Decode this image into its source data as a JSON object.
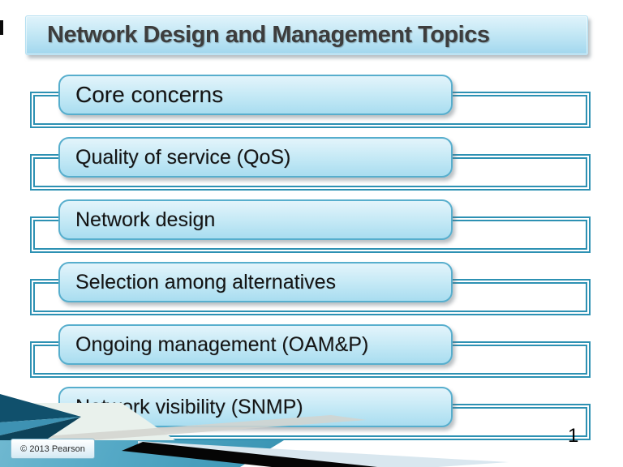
{
  "slide": {
    "title": "Network Design and Management Topics",
    "topics": [
      {
        "label": "Core concerns"
      },
      {
        "label": "Quality of service (QoS)"
      },
      {
        "label": "Network design"
      },
      {
        "label": "Selection among alternatives"
      },
      {
        "label": "Ongoing management (OAM&P)"
      },
      {
        "label": "Network visibility (SNMP)"
      }
    ],
    "footer": {
      "copyright": "© 2013 Pearson"
    },
    "page_number": "1",
    "colors": {
      "accent_teal": "#2d91b3",
      "pill_border": "#57aecd",
      "pill_fill": "#c7eaf6",
      "title_fill": "#c4e8f5",
      "footer_band": "#2a89a9",
      "footer_black": "#050505",
      "title_text": "#3d3d3d"
    }
  }
}
